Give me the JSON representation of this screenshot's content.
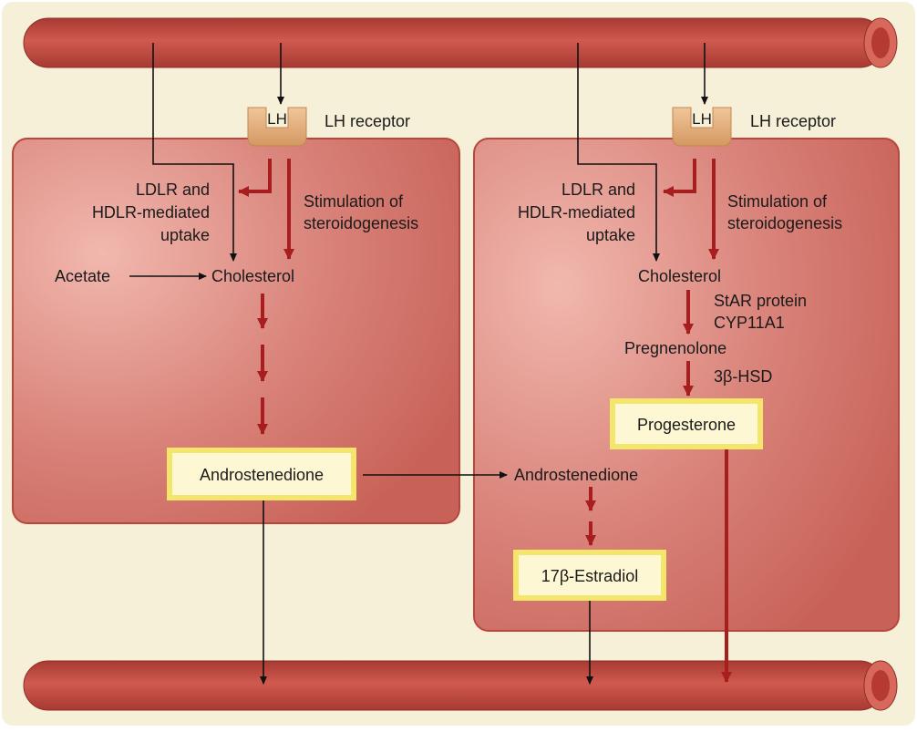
{
  "colors": {
    "background": "#f7f0d8",
    "vessel": "#c14a3f",
    "cell": "#cf6b62",
    "cell_border": "#b8463d",
    "red_arrow": "#a81e1e",
    "black_arrow": "#111111",
    "receptor": "#e2ae7c",
    "highlight_box": "#fdf7d4",
    "highlight_border": "#f3e66a"
  },
  "left_cell": {
    "receptor_label": "LH",
    "receptor_text": "LH receptor",
    "uptake_line1": "LDLR and",
    "uptake_line2": "HDLR-mediated",
    "uptake_line3": "uptake",
    "stim_line1": "Stimulation of",
    "stim_line2": "steroidogenesis",
    "acetate": "Acetate",
    "cholesterol": "Cholesterol",
    "androstenedione": "Androstenedione"
  },
  "right_cell": {
    "receptor_label": "LH",
    "receptor_text": "LH receptor",
    "uptake_line1": "LDLR and",
    "uptake_line2": "HDLR-mediated",
    "uptake_line3": "uptake",
    "stim_line1": "Stimulation of",
    "stim_line2": "steroidogenesis",
    "cholesterol": "Cholesterol",
    "enzyme1_line1": "StAR protein",
    "enzyme1_line2": "CYP11A1",
    "pregnenolone": "Pregnenolone",
    "enzyme2": "3β-HSD",
    "progesterone": "Progesterone",
    "androstenedione": "Androstenedione",
    "estradiol": "17β-Estradiol"
  }
}
